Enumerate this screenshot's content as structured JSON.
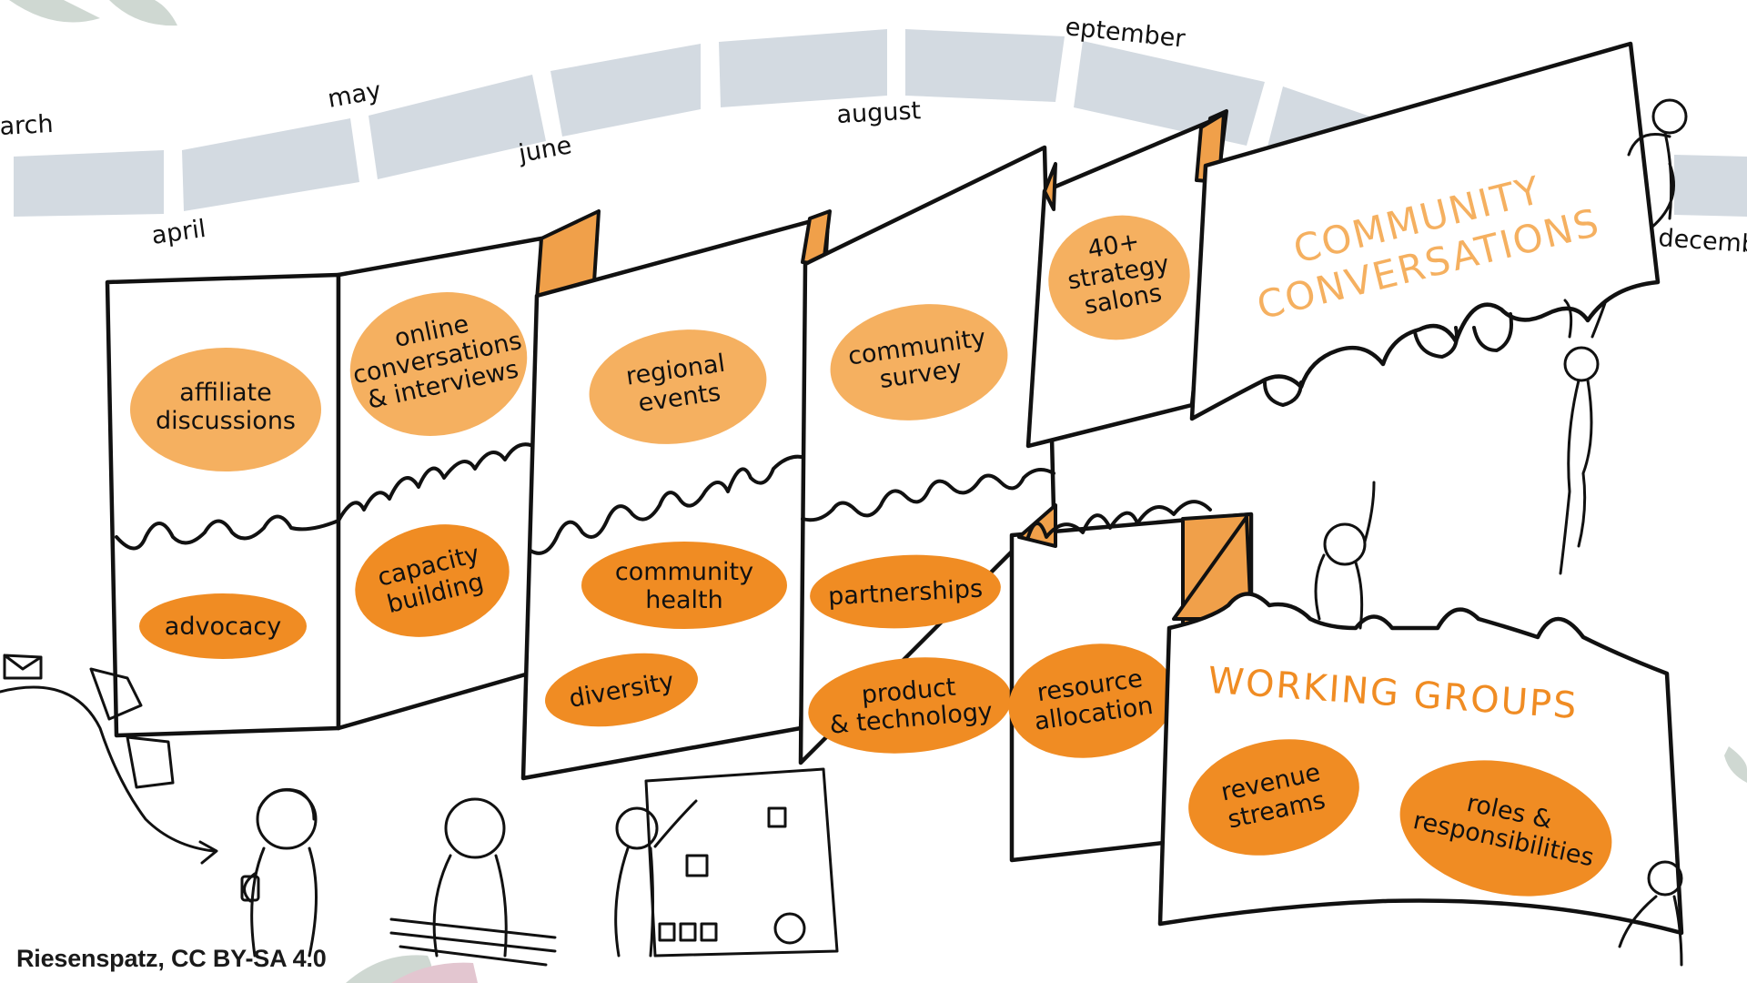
{
  "timeline": {
    "months": [
      "arch",
      "april",
      "may",
      "june",
      "august",
      "eptember",
      "december"
    ]
  },
  "panels": {
    "affiliate_discussions": "affiliate discussions",
    "advocacy": "advocacy",
    "online_conversations": "online conversations & interviews",
    "capacity_building": "capacity building",
    "regional_events": "regional events",
    "community_health": "community health",
    "diversity": "diversity",
    "community_survey": "community survey",
    "partnerships": "partnerships",
    "product_technology": "product & technology",
    "strategy_salons": "40+ strategy salons",
    "resource_allocation": "resource allocation"
  },
  "banners": {
    "community_conversations": "COMMUNITY CONVERSATIONS",
    "working_groups": "WORKING GROUPS",
    "revenue_streams": "revenue streams",
    "roles_responsibilities": "roles & responsibilities"
  },
  "credit": "Riesenspatz, CC BY-SA 4.0",
  "colors": {
    "orange": "#f08c23",
    "light_orange": "#f5b060",
    "timeline_gray": "#d3dae1",
    "ink": "#111111",
    "deco_green": "#cfd8d2",
    "deco_pink": "#e3c6d0"
  }
}
